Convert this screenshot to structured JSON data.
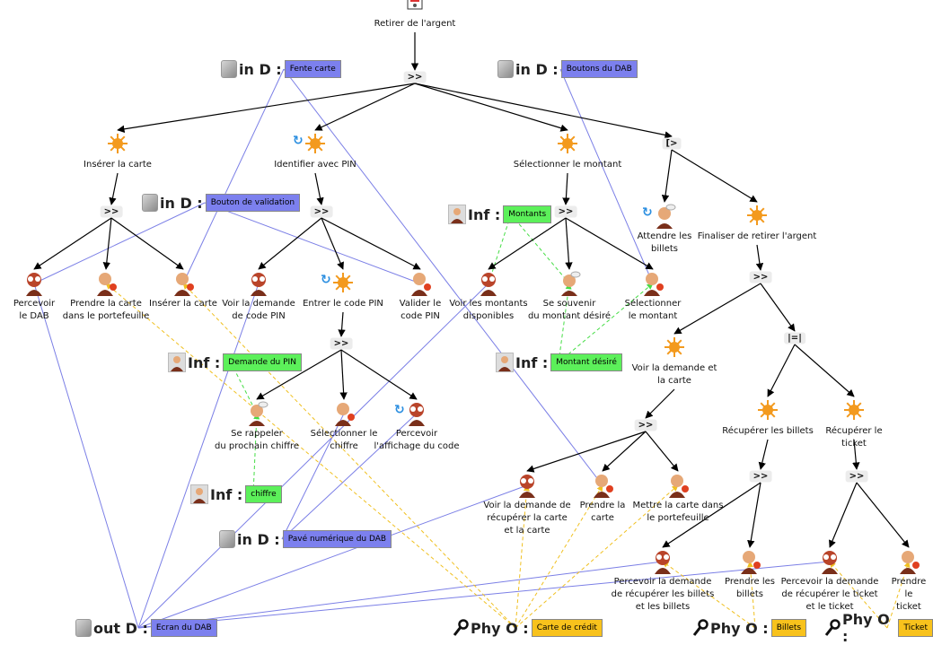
{
  "tasks": [
    {
      "id": "root",
      "label": "Retirer de l'argent",
      "kind": "root"
    },
    {
      "id": "t_inserer",
      "label": "Insérer la carte",
      "kind": "abstract"
    },
    {
      "id": "t_identifier",
      "label": "Identifier avec PIN",
      "kind": "abstract",
      "iter": true
    },
    {
      "id": "t_selmontant",
      "label": "Sélectionner le montant",
      "kind": "abstract"
    },
    {
      "id": "t_percevoir_dab",
      "label": "Percevoir\nle DAB",
      "kind": "perception"
    },
    {
      "id": "t_prendre_carte",
      "label": "Prendre la carte\ndans le portefeuille",
      "kind": "motor"
    },
    {
      "id": "t_inserer_carte",
      "label": "Insérer la carte",
      "kind": "motor"
    },
    {
      "id": "t_voir_demande_pin",
      "label": "Voir la demande\nde code PIN",
      "kind": "perception"
    },
    {
      "id": "t_entrer_pin",
      "label": "Entrer le code PIN",
      "kind": "abstract",
      "iter": true
    },
    {
      "id": "t_valider_pin",
      "label": "Valider le\ncode PIN",
      "kind": "motor"
    },
    {
      "id": "t_se_rappeler",
      "label": "Se rappeler\ndu prochain chiffre",
      "kind": "cognitive"
    },
    {
      "id": "t_sel_chiffre",
      "label": "Sélectionner le\nchiffre",
      "kind": "motor"
    },
    {
      "id": "t_percevoir_code",
      "label": "Percevoir\nl'affichage du code",
      "kind": "perception",
      "iter": true
    },
    {
      "id": "t_voir_montants",
      "label": "Voir les montants\ndisponibles",
      "kind": "perception"
    },
    {
      "id": "t_souvenir",
      "label": "Se souvenir\ndu montant désiré",
      "kind": "cognitive"
    },
    {
      "id": "t_sel_le_montant",
      "label": "Sélectionner\nle montant",
      "kind": "motor"
    },
    {
      "id": "t_attendre",
      "label": "Attendre les\nbillets",
      "kind": "cognitive",
      "iter": true
    },
    {
      "id": "t_finaliser",
      "label": "Finaliser de retirer l'argent",
      "kind": "abstract"
    },
    {
      "id": "t_voir_demande_carte",
      "label": "Voir la demande et\nla carte",
      "kind": "abstract"
    },
    {
      "id": "t_recup_billets",
      "label": "Récupérer les billets",
      "kind": "abstract"
    },
    {
      "id": "t_recup_ticket",
      "label": "Récupérer le ticket",
      "kind": "abstract"
    },
    {
      "id": "t_voir_recup",
      "label": "Voir la demande de\nrécupérer la carte\net la carte",
      "kind": "perception"
    },
    {
      "id": "t_prendre_la_carte",
      "label": "Prendre la\ncarte",
      "kind": "motor"
    },
    {
      "id": "t_mettre_carte",
      "label": "Mettre la carte dans\nle portefeuille",
      "kind": "motor"
    },
    {
      "id": "t_perc_billets",
      "label": "Percevoir la demande\nde récupérer les billets\net les billets",
      "kind": "perception"
    },
    {
      "id": "t_prendre_billets",
      "label": "Prendre les\nbillets",
      "kind": "motor"
    },
    {
      "id": "t_perc_ticket",
      "label": "Percevoir la demande\nde récupérer le ticket\net le ticket",
      "kind": "perception"
    },
    {
      "id": "t_prendre_ticket",
      "label": "Prendre le\nticket",
      "kind": "motor"
    }
  ],
  "operators": [
    {
      "id": "op1",
      "label": ">>"
    },
    {
      "id": "op_ins",
      "label": ">>"
    },
    {
      "id": "op_id",
      "label": ">>"
    },
    {
      "id": "op_entrer",
      "label": ">>"
    },
    {
      "id": "op_sel",
      "label": ">>"
    },
    {
      "id": "op_dis",
      "label": "[>"
    },
    {
      "id": "op_fin",
      "label": ">>"
    },
    {
      "id": "op_par",
      "label": "|=|"
    },
    {
      "id": "op_vd",
      "label": ">>"
    },
    {
      "id": "op_rb",
      "label": ">>"
    },
    {
      "id": "op_rt",
      "label": ">>"
    }
  ],
  "objects": [
    {
      "id": "o_fente",
      "kind": "in D :",
      "name": "Fente carte",
      "type": "in"
    },
    {
      "id": "o_boutons",
      "kind": "in D :",
      "name": "Boutons du DAB",
      "type": "in"
    },
    {
      "id": "o_bouton_val",
      "kind": "in D :",
      "name": "Bouton de validation",
      "type": "in"
    },
    {
      "id": "o_montants",
      "kind": "Inf :",
      "name": "Montants",
      "type": "inf"
    },
    {
      "id": "o_demande_pin",
      "kind": "Inf :",
      "name": "Demande du PIN",
      "type": "inf"
    },
    {
      "id": "o_montant_desire",
      "kind": "Inf :",
      "name": "Montant désiré",
      "type": "inf"
    },
    {
      "id": "o_chiffre",
      "kind": "Inf :",
      "name": "chiffre",
      "type": "inf"
    },
    {
      "id": "o_pave",
      "kind": "in D :",
      "name": "Pavé numérique du DAB",
      "type": "in"
    },
    {
      "id": "o_ecran",
      "kind": "out D :",
      "name": "Ecran du DAB",
      "type": "out"
    },
    {
      "id": "o_carte",
      "kind": "Phy O :",
      "name": "Carte de crédit",
      "type": "phy"
    },
    {
      "id": "o_billets",
      "kind": "Phy O :",
      "name": "Billets",
      "type": "phy"
    },
    {
      "id": "o_ticket",
      "kind": "Phy O :",
      "name": "Ticket",
      "type": "phy"
    }
  ],
  "colors": {
    "in": "#7c80ee",
    "inf": "#5cf05a",
    "phy": "#f8c21c",
    "abstract": "#f39a1e",
    "user": "#7a2f1a",
    "arrow": "#000000",
    "device_link": "#7b7fe6",
    "info_link": "#44dd44",
    "phy_link": "#f0c020"
  }
}
